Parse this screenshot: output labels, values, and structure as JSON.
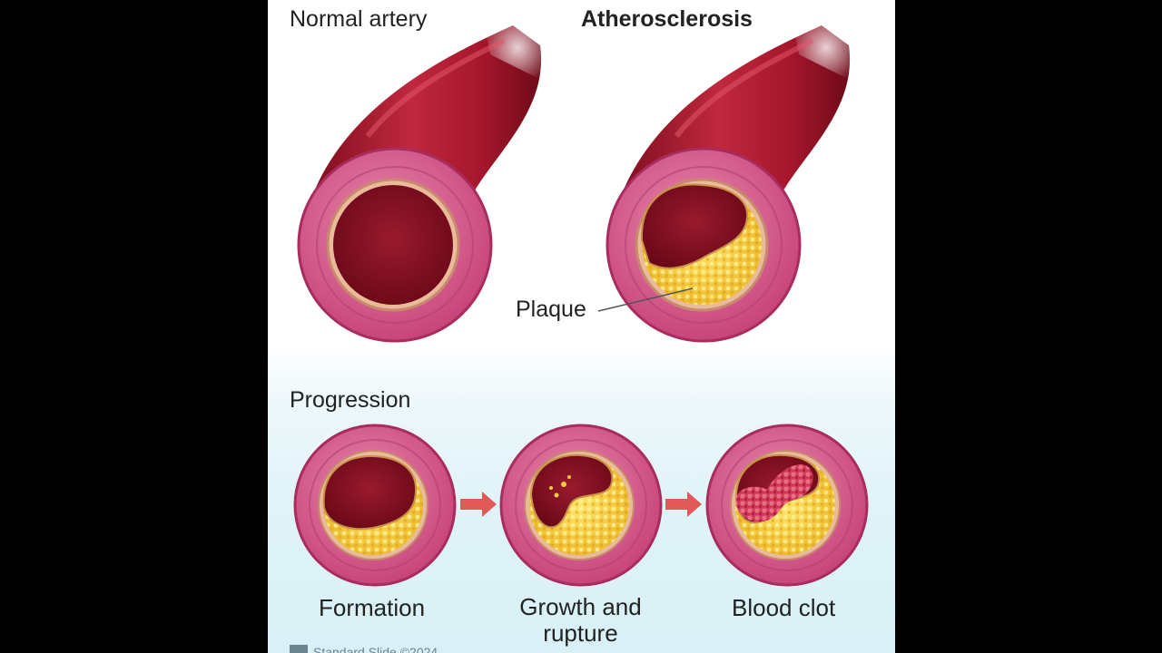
{
  "labels": {
    "normal_artery": "Normal artery",
    "atherosclerosis": "Atherosclerosis",
    "plaque": "Plaque",
    "progression": "Progression",
    "formation": "Formation",
    "growth_rupture": "Growth and rupture",
    "blood_clot": "Blood clot"
  },
  "footer": {
    "text": "Standard Slide ©2024"
  },
  "colors": {
    "frame": "#000000",
    "artery_wall": "#d25a8a",
    "artery_wall_inner": "#b8346c",
    "lumen": "#8a1426",
    "vessel": "#a8182c",
    "plaque": "#f4cf3a",
    "clot": "#d23a5a",
    "arrow": "#e05a5a"
  },
  "icons": [
    "artery-normal-icon",
    "artery-atherosclerosis-icon",
    "plaque-formation-icon",
    "plaque-rupture-icon",
    "blood-clot-icon",
    "arrow-right-icon"
  ]
}
